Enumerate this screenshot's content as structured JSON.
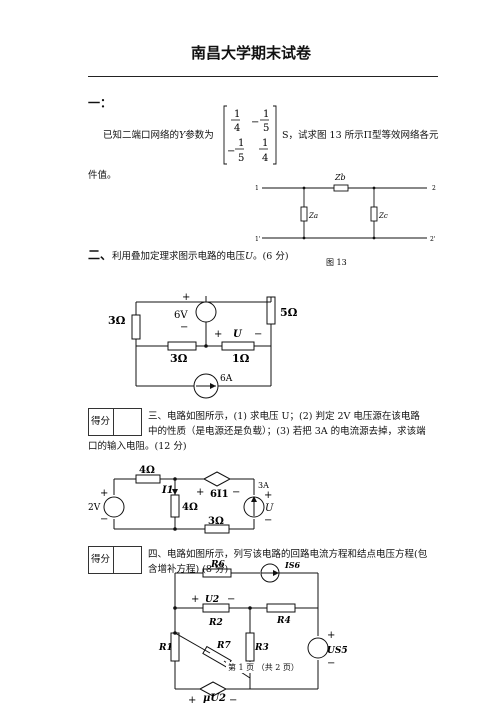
{
  "title": "南昌大学期末试卷",
  "q1": {
    "number": "一：",
    "text_before": "已知二端口网络的",
    "y_var": "Y",
    "text_mid": "参数为",
    "matrix": [
      [
        "1/4",
        "-1/5"
      ],
      [
        "-1/5",
        "1/4"
      ]
    ],
    "text_after": "S，试求图 13 所示",
    "pi": "Π",
    "text_after2": "型等效网络各元",
    "text_line2": "件值。",
    "figure": {
      "caption": "图 13",
      "zb": "Zb",
      "za": "Za",
      "zc": "Zc",
      "n1": "1",
      "n1p": "1'",
      "n2": "2",
      "n2p": "2'"
    }
  },
  "q2": {
    "number": "二、",
    "text": "利用叠加定理求图示电路的电压",
    "u": "U",
    "pts": "。(6 分)",
    "fig": {
      "r_left": "3Ω",
      "v_src": "6V",
      "r_right": "5Ω",
      "r_bot1": "3Ω",
      "r_bot2": "1Ω",
      "i_src": "6A",
      "u_label": "U",
      "plus": "+",
      "minus": "−"
    }
  },
  "q3": {
    "score_label": "得分",
    "text_line1": "三、电路如图所示，(1) 求电压 U；(2) 判定 2V 电压源在该电路",
    "text_line2": "中的性质（是电源还是负载）；(3) 若把 3A 的电流源去掉，求该端",
    "text_line3": "口的输入电阻。(12 分)",
    "fig": {
      "r_top": "4Ω",
      "i1": "I1",
      "dep": "6I1",
      "r_mid": "4Ω",
      "v_src": "2V",
      "r_bot": "3Ω",
      "i_src": "3A",
      "u_label": "U",
      "plus": "+",
      "minus": "−"
    }
  },
  "q4": {
    "score_label": "得分",
    "text_line1": "四、电路如图所示，列写该电路的回路电流方程和结点电压方程(包",
    "text_line2": "含增补方程) (8 分)",
    "fig": {
      "r6": "R6",
      "is6": "IS6",
      "u2": "U2",
      "r2": "R2",
      "r4": "R4",
      "r7": "R7",
      "r1": "R1",
      "r3": "R3",
      "us5": "US5",
      "mu_u2": "μU2",
      "plus": "+",
      "minus": "−"
    }
  },
  "footer": "第 1 页 （共 2 页）"
}
